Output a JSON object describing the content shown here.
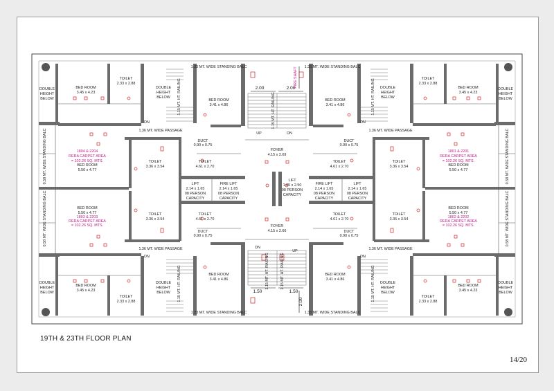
{
  "plan_title": "19TH & 23TH FLOOR PLAN",
  "page_number": "14/20",
  "colors": {
    "walls": "#6b6b6b",
    "annotation": "#c2188a",
    "fixtures": "#cc2222"
  },
  "labels": {
    "bed_tl": "BED ROOM",
    "bed_tl_dim": "3.45 x 4.23",
    "toilet_tl": "TOILET",
    "toilet_tl_dim": "2.33 x 2.88",
    "dh": "DOUBLE",
    "dh2": "HEIGHT",
    "dh3": "BELOW",
    "bed_c_l": "BED ROOM",
    "bed_c_l_dim": "3.41 x 4.86",
    "bed_c_r": "BED ROOM",
    "bed_c_r_dim": "3.41 x 4.86",
    "toilet_tr": "TOILET",
    "toilet_tr_dim": "2.33 x 2.88",
    "bed_tr": "BED ROOM",
    "bed_tr_dim": "3.45 x 4.23",
    "passage": "1.36 MT. WIDE PASSAGE",
    "balc_top_l": "1.33 MT. WIDE STANDING BALC",
    "balc_top_r": "1.33 MT. WIDE STANDING BALC",
    "balc_bot_l": "1.33 MT. WIDE STANDING BALC",
    "balc_bot_r": "1.33 MT. WIDE STANDING BALC",
    "balc_side_l1": "0.58 MT. WIDE STANDING BALC",
    "balc_side_l2": "0.58 MT. WIDE STANDING BALC",
    "balc_side_r1": "0.58 MT. WIDE STANDING BALC",
    "balc_side_r2": "0.58 MT. WIDE STANDING BALC",
    "railing": "1.15 MT. HT. RAILING",
    "duct": "DUCT",
    "duct_dim": "0.90 x 0.75",
    "toilet_mid": "TOILET",
    "toilet_mid_dim": "3.36 x 3.54",
    "toilet_core": "TOILET",
    "toilet_core_dim": "4.61 x 2.70",
    "bed_mid": "BED ROOM",
    "bed_mid_dim": "5.50 x 4.77",
    "lift": "LIFT",
    "fire_lift": "FIRE LIFT",
    "lift_dim": "2.14 x 1.65",
    "capacity1": "08 PERSON",
    "capacity2": "CAPACITY",
    "lift_c_dim": "1.65 x 2.50",
    "foyer": "FOYER",
    "foyer_top_dim": "4.15 x 2.69",
    "foyer_bot_dim": "4.15 x 2.66",
    "up": "UP",
    "dn": "DN",
    "fire_shaft": "FIRE SHAFT",
    "dim_200": "2.00",
    "dim_150": "1.50",
    "rera_tl_1": "1804 & 2204",
    "rera_tl_2": "RERA CARPET AREA",
    "rera_tl_3": "= 102.26 SQ. MTS.",
    "rera_bl_1": "1803 & 2203",
    "rera_bl_2": "RERA CARPET AREA",
    "rera_bl_3": "= 102.26 SQ. MTS.",
    "rera_tr_1": "1801 & 2201",
    "rera_tr_2": "RERA CARPET AREA",
    "rera_tr_3": "= 102.26 SQ. MTS.",
    "rera_br_1": "1802 & 2202",
    "rera_br_2": "RERA CARPET AREA",
    "rera_br_3": "= 102.26 SQ. MTS."
  }
}
